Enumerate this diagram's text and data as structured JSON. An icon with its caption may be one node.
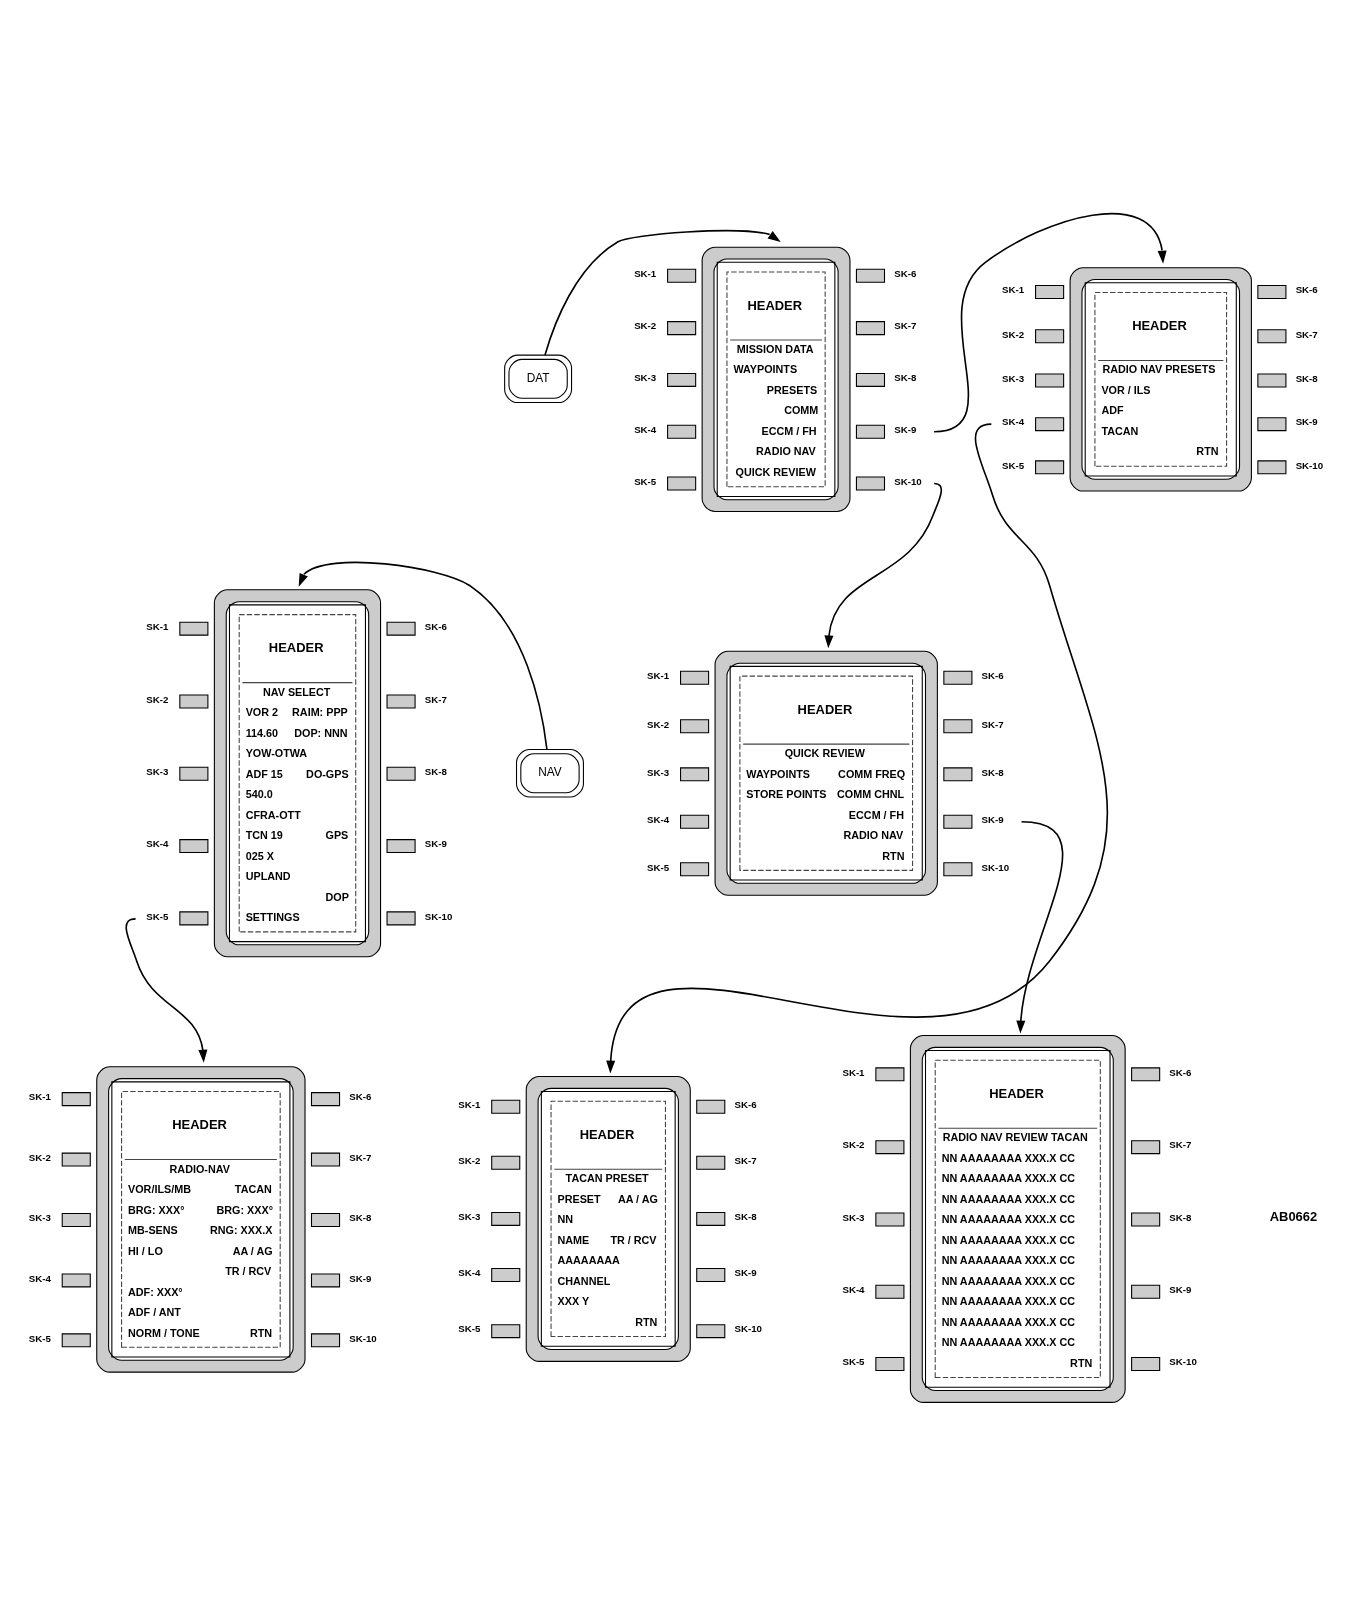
{
  "diagram": {
    "nodes": [
      {
        "text": [
          "DAT"
        ]
      },
      {
        "text": [
          "HEADER",
          "MISSION DATA",
          "WAYPOINTS",
          "PRESETS",
          "COMM",
          "ECCM / FH",
          "RADIO NAV",
          "QUICK REVIEW"
        ],
        "beside": [
          "SK-1",
          "SK-2",
          "SK-3",
          "SK-4",
          "SK-5",
          "SK-6",
          "SK-7",
          "SK-8",
          "SK-9",
          "SK-10"
        ]
      },
      {
        "text": [
          "HEADER",
          "RADIO NAV PRESETS",
          "VOR / ILS",
          "ADF",
          "TACAN",
          "RTN"
        ],
        "beside": [
          "SK-1",
          "SK-2",
          "SK-3",
          "SK-4",
          "SK-5",
          "SK-6",
          "SK-7",
          "SK-8",
          "SK-9",
          "SK-10"
        ]
      },
      {
        "text": [
          "NAV"
        ]
      },
      {
        "text": [
          "HEADER",
          "NAV SELECT",
          "VOR 2",
          "114.60",
          "YOW-OTWA",
          "RAIM: PPP",
          "DOP: NNN",
          "ADF 15",
          "540.0",
          "CFRA-OTT",
          "DO-GPS",
          "TCN 19",
          "025 X",
          "GPS",
          "UPLAND",
          "DOP",
          "SETTINGS"
        ],
        "beside": [
          "SK-1",
          "SK-2",
          "SK-3",
          "SK-4",
          "SK-5",
          "SK-6",
          "SK-7",
          "SK-8",
          "SK-9",
          "SK-10"
        ]
      },
      {
        "text": [
          "HEADER",
          "QUICK REVIEW",
          "WAYPOINTS",
          "COMM FREQ",
          "STORE POINTS",
          "COMM CHNL",
          "ECCM / FH",
          "RADIO NAV",
          "RTN"
        ],
        "beside": [
          "SK-1",
          "SK-2",
          "SK-3",
          "SK-4",
          "SK-5",
          "SK-6",
          "SK-7",
          "SK-8",
          "SK-9",
          "SK-10"
        ]
      },
      {
        "text": [
          "HEADER",
          "RADIO-NAV",
          "VOR/ILS/MB",
          "TACAN",
          "BRG: XXX°",
          "BRG: XXX°",
          "MB-SENS",
          "RNG: XXX.X",
          "HI / LO",
          "AA / AG",
          "TR / RCV",
          "ADF: XXX°",
          "ADF / ANT",
          "NORM / TONE",
          "RTN"
        ],
        "beside": [
          "SK-1",
          "SK-2",
          "SK-3",
          "SK-4",
          "SK-5",
          "SK-6",
          "SK-7",
          "SK-8",
          "SK-9",
          "SK-10"
        ]
      },
      {
        "text": [
          "HEADER",
          "TACAN PRESET",
          "PRESET",
          "AA / AG",
          "NN",
          "NAME",
          "TR / RCV",
          "AAAAAAAA",
          "CHANNEL",
          "XXX Y",
          "RTN"
        ],
        "beside": [
          "SK-1",
          "SK-2",
          "SK-3",
          "SK-4",
          "SK-5",
          "SK-6",
          "SK-7",
          "SK-8",
          "SK-9",
          "SK-10"
        ]
      },
      {
        "text": [
          "HEADER",
          "RADIO NAV REVIEW TACAN",
          "NN AAAAAAAA XXX.X CC",
          "NN AAAAAAAA XXX.X CC",
          "NN AAAAAAAA XXX.X CC",
          "NN AAAAAAAA XXX.X CC",
          "NN AAAAAAAA XXX.X CC",
          "NN AAAAAAAA XXX.X CC",
          "NN AAAAAAAA XXX.X CC",
          "NN AAAAAAAA XXX.X CC",
          "NN AAAAAAAA XXX.X CC",
          "NN AAAAAAAA XXX.X CC",
          "RTN"
        ],
        "beside": [
          "SK-1",
          "SK-2",
          "SK-3",
          "SK-4",
          "SK-5",
          "SK-6",
          "SK-7",
          "SK-8",
          "SK-9",
          "SK-10"
        ]
      }
    ],
    "edges": [
      {
        "from": 0,
        "to": 1,
        "arrow": "to"
      },
      {
        "from": 1,
        "to": 2,
        "arrow": "to"
      },
      {
        "from": 1,
        "to": 5,
        "arrow": "to"
      },
      {
        "from": 2,
        "to": 7,
        "arrow": "to"
      },
      {
        "from": 3,
        "to": 4,
        "arrow": "to"
      },
      {
        "from": 4,
        "to": 6,
        "arrow": "to"
      },
      {
        "from": 5,
        "to": 8,
        "arrow": "to"
      }
    ],
    "labels": [
      "AB0662"
    ]
  }
}
